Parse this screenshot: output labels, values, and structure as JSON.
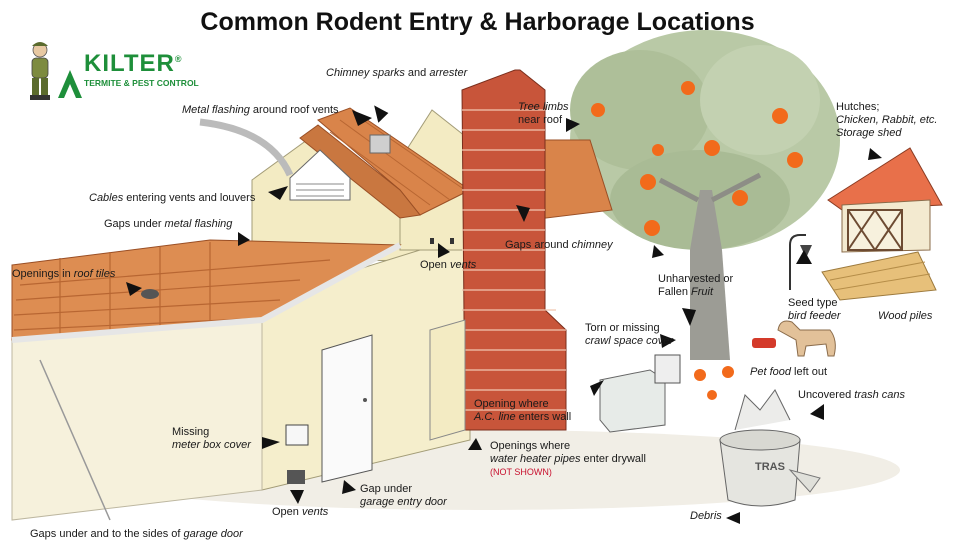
{
  "title": "Common Rodent Entry & Harborage Locations",
  "logo": {
    "brand": "KILTER",
    "registered": "®",
    "subtitle": "TERMITE & PEST CONTROL"
  },
  "labels": {
    "chimney_sparks": {
      "a": "Chimney sparks",
      "b": " and ",
      "c": "arrester"
    },
    "metal_flashing_vents": {
      "a": "Metal flashing",
      "b": " around roof vents"
    },
    "tree_limbs": {
      "a": "Tree limbs",
      "b": "near roof"
    },
    "hutches": {
      "a": "Hutches;",
      "b": "Chicken, Rabbit, etc.",
      "c": "Storage shed"
    },
    "cables": {
      "a": "Cables",
      "b": " entering vents and louvers"
    },
    "gaps_flashing": {
      "a": "Gaps under ",
      "b": "metal flashing"
    },
    "gaps_chimney": {
      "a": "Gaps around ",
      "b": "chimney"
    },
    "open_vents_top": {
      "a": "Open ",
      "b": "vents"
    },
    "roof_tiles": {
      "a": "Openings in ",
      "b": "roof tiles"
    },
    "fruit": {
      "a": "Unharvested or",
      "b": "Fallen ",
      "c": "Fruit"
    },
    "bird_feeder": {
      "a": "Seed type",
      "b": "bird feeder"
    },
    "wood_piles": "Wood piles",
    "crawl_space": {
      "a": "Torn or missing",
      "b": "crawl space cover"
    },
    "pet_food": {
      "a": "Pet food",
      "b": " left out"
    },
    "ac_line": {
      "a": "Opening where",
      "b": "A.C. line",
      "c": " enters wall"
    },
    "trash_cans": {
      "a": "Uncovered ",
      "b": "trash cans"
    },
    "meter_box": {
      "a": "Missing",
      "b": "meter box cover"
    },
    "water_heater": {
      "a": "Openings where",
      "b": "water heater pipes",
      "c": " enter drywall",
      "d": "(NOT SHOWN)"
    },
    "gap_garage_entry": {
      "a": "Gap under",
      "b": "garage entry door"
    },
    "open_vents_bottom": {
      "a": "Open ",
      "b": "vents"
    },
    "debris": "Debris",
    "garage_door": {
      "a": "Gaps under and to the sides of ",
      "b": "garage door"
    }
  },
  "trash_can_text": "TRAS",
  "colors": {
    "wall": "#f3ebc3",
    "roof_tile": "#d9844a",
    "brick": "#c8553a",
    "foliage": "#b6c7a4",
    "fruit": "#f26a1b",
    "shed": "#e8704a",
    "logo_green": "#1e8f3a"
  }
}
